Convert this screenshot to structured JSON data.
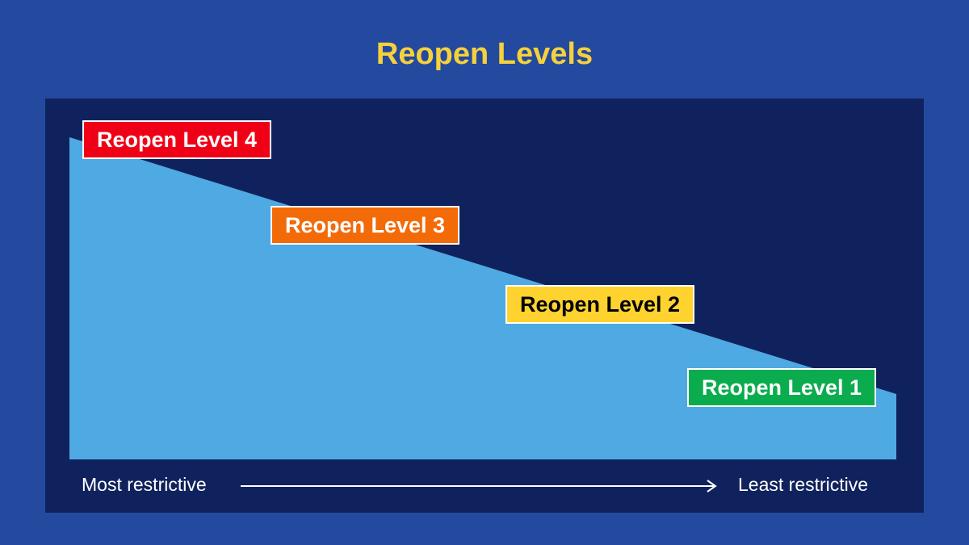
{
  "slide": {
    "title": "Reopen Levels",
    "title_color": "#f6d13b",
    "background_color": "#234a9f"
  },
  "panel": {
    "background_color": "#10225d",
    "ramp_color": "#4fa9e3"
  },
  "levels": [
    {
      "label": "Reopen Level 4",
      "bg": "#f00016",
      "fg": "#ffffff"
    },
    {
      "label": "Reopen Level 3",
      "bg": "#f36b09",
      "fg": "#ffffff"
    },
    {
      "label": "Reopen Level 2",
      "bg": "#fed32f",
      "fg": "#000000"
    },
    {
      "label": "Reopen Level 1",
      "bg": "#0bac4e",
      "fg": "#ffffff"
    }
  ],
  "scale": {
    "left_label": "Most restrictive",
    "right_label": "Least restrictive",
    "arrow_icon": "right-arrow-icon"
  }
}
